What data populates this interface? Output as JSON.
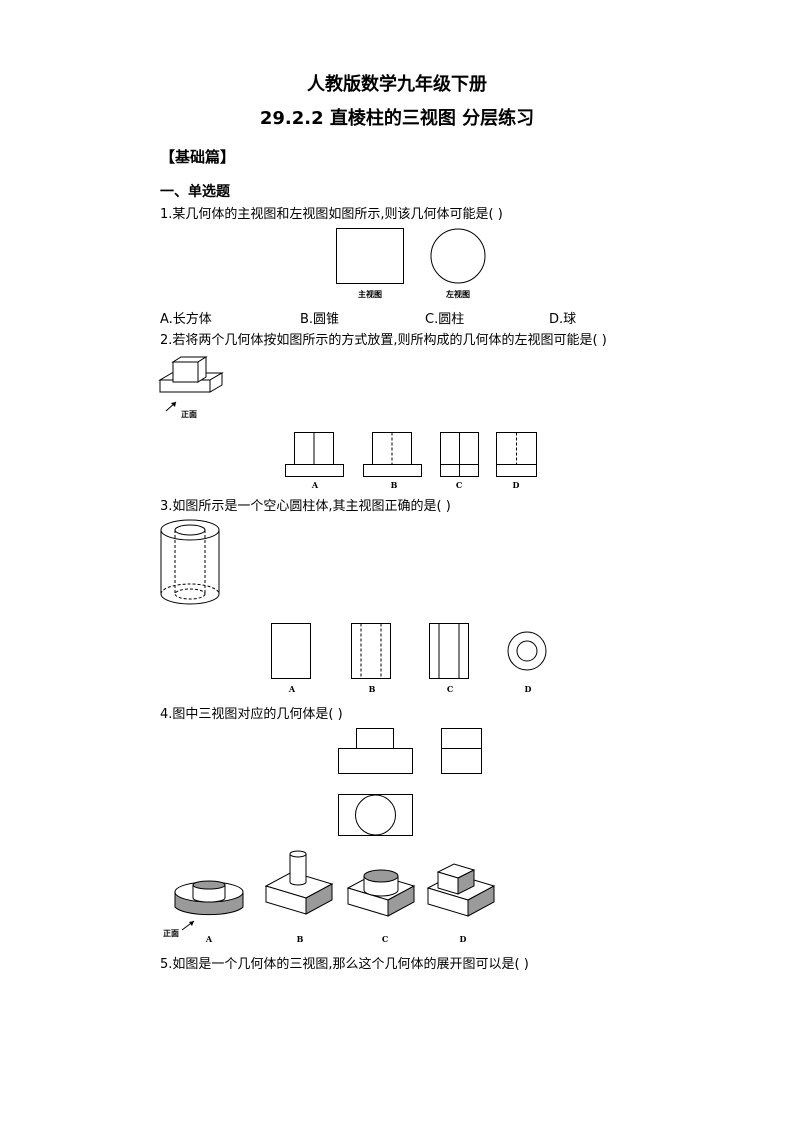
{
  "header": {
    "title": "人教版数学九年级下册",
    "subtitle": "29.2.2 直棱柱的三视图   分层练习"
  },
  "section_title": "【基础篇】",
  "subsection_title": "一、单选题",
  "q1": {
    "text": "1.某几何体的主视图和左视图如图所示,则该几何体可能是(      )",
    "cap_front": "主视图",
    "cap_left": "左视图",
    "options": [
      "A.长方体",
      "B.圆锥",
      "C.圆柱",
      "D.球"
    ]
  },
  "q2": {
    "text": "2.若将两个几何体按如图所示的方式放置,则所构成的几何体的左视图可能是(      )",
    "front_label": "正面",
    "labels": [
      "A",
      "B",
      "C",
      "D"
    ]
  },
  "q3": {
    "text": "3.如图所示是一个空心圆柱体,其主视图正确的是(      )",
    "labels": [
      "A",
      "B",
      "C",
      "D"
    ]
  },
  "q4": {
    "text": "4.图中三视图对应的几何体是(      )",
    "front_label": "正面",
    "labels": [
      "A",
      "B",
      "C",
      "D"
    ]
  },
  "q5": {
    "text": "5.如图是一个几何体的三视图,那么这个几何体的展开图可以是(      )"
  }
}
